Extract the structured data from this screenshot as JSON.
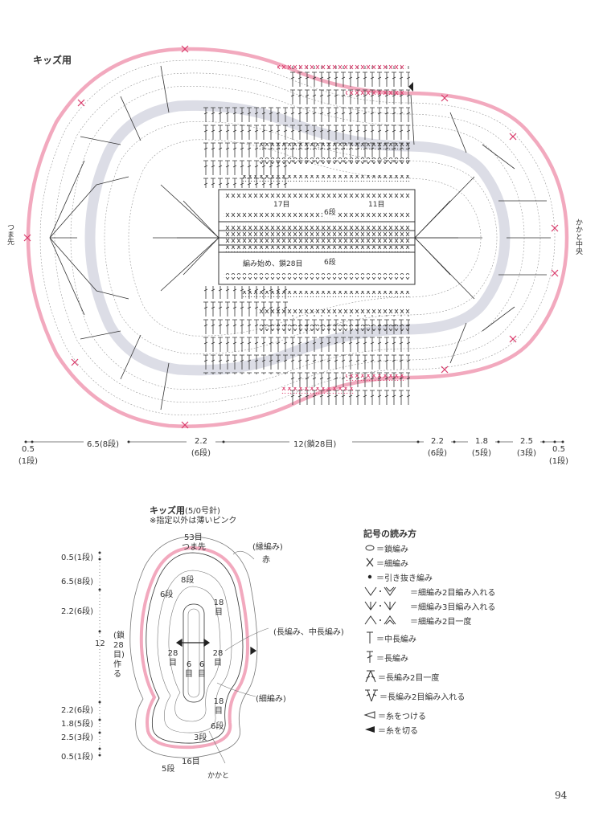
{
  "top_diagram": {
    "title": "キッズ用",
    "toe_label": "つま先",
    "heel_label": "かかと中央",
    "inner_labels": {
      "stitch17": "17目",
      "round6_top": "6段",
      "stitch11": "11目",
      "start": "編み始め、鎖28目",
      "round6_bottom": "6段"
    },
    "dimensions": [
      {
        "value": "0.5",
        "sub": "(1段)"
      },
      {
        "value": "6.5(8段)",
        "sub": ""
      },
      {
        "value": "2.2",
        "sub": "(6段)"
      },
      {
        "value": "12(鎖28目)",
        "sub": ""
      },
      {
        "value": "2.2",
        "sub": "(6段)"
      },
      {
        "value": "1.8",
        "sub": "(5段)"
      },
      {
        "value": "2.5",
        "sub": "(3段)"
      },
      {
        "value": "0.5",
        "sub": "(1段)"
      }
    ]
  },
  "bottom_diagram": {
    "title": "キッズ用",
    "needle": "(5/0号針)",
    "note": "※指定以外は薄いピンク",
    "labels": {
      "stitch53": "53目",
      "toe": "つま先",
      "edge": "(縁編み)",
      "red": "赤",
      "r8": "8段",
      "r6a": "6段",
      "s18a": "18目",
      "long_half": "(長編み、中長編み)",
      "s28a": "28目",
      "s6a": "6目",
      "s6b": "6目",
      "s28b": "28目",
      "single": "(細編み)",
      "s18b": "18目",
      "r6b": "6段",
      "r3": "3段",
      "r5": "5段",
      "s16": "16目",
      "heel": "かかと"
    },
    "left_dims": [
      {
        "value": "0.5(1段)"
      },
      {
        "value": "6.5(8段)"
      },
      {
        "value": "2.2(6段)"
      },
      {
        "value": "12"
      },
      {
        "value": "2.2(6段)"
      },
      {
        "value": "1.8(5段)"
      },
      {
        "value": "2.5(3段)"
      },
      {
        "value": "0.5(1段)"
      }
    ],
    "chain_note": "(鎖28目)作る"
  },
  "legend": {
    "title": "記号の読み方",
    "items": [
      {
        "sym": "chain",
        "text": "＝鎖編み"
      },
      {
        "sym": "sc",
        "text": "＝細編み"
      },
      {
        "sym": "slip",
        "text": "＝引き抜き編み"
      },
      {
        "sym": "sc2inc",
        "text": "＝細編み2目編み入れる"
      },
      {
        "sym": "sc3inc",
        "text": "＝細編み3目編み入れる"
      },
      {
        "sym": "sc2tog",
        "text": "＝細編み2目一度"
      },
      {
        "sym": "hdc",
        "text": "＝中長編み"
      },
      {
        "sym": "dc",
        "text": "＝長編み"
      },
      {
        "sym": "dc2tog",
        "text": "＝長編み2目一度"
      },
      {
        "sym": "dc2inc",
        "text": "＝長編み2目編み入れる"
      },
      {
        "sym": "join",
        "text": "＝糸をつける"
      },
      {
        "sym": "cut",
        "text": "＝糸を切る"
      }
    ]
  },
  "page_number": "94",
  "colors": {
    "pink": "#f2a9be",
    "gray": "#dcdde6",
    "ink": "#333333"
  }
}
